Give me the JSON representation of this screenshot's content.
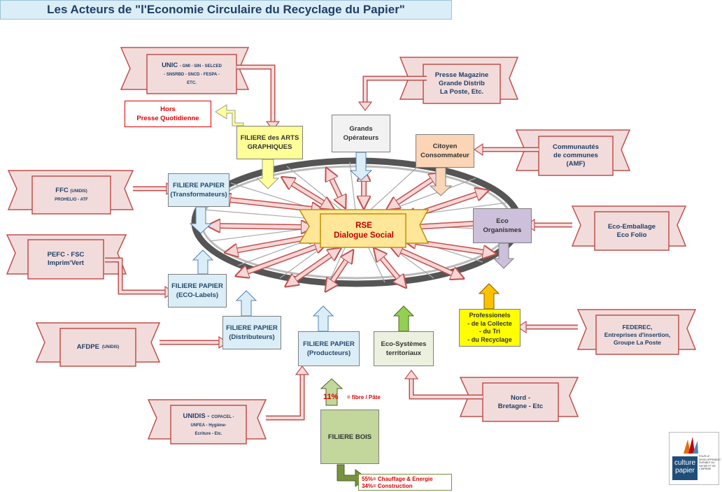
{
  "title": "Les Acteurs de \"l'Economie Circulaire du Recyclage du Papier\"",
  "center": {
    "line1": "RSE",
    "line2": "Dialogue Social"
  },
  "boxes": {
    "arts": [
      "FILIERE des ARTS",
      "GRAPHIQUES"
    ],
    "hors": [
      "Hors",
      "Presse Quotidienne"
    ],
    "grands": [
      "Grands",
      "Opérateurs"
    ],
    "citoyen": [
      "Citoyen",
      "Consommateur"
    ],
    "transfo": [
      "FILIERE PAPIER",
      "(Transformateurs)"
    ],
    "eco_org": [
      "Eco",
      "Organismes"
    ],
    "labels": [
      "FILIERE PAPIER",
      "(ECO-Labels)"
    ],
    "distrib": [
      "FILIERE PAPIER",
      "(Distributeurs)"
    ],
    "prod": [
      "FILIERE PAPIER",
      "(Producteurs)"
    ],
    "eco_sys": [
      "Eco-Systèmes",
      "territoriaux"
    ],
    "pro": [
      "Professionels",
      "- de la Collecte",
      "- du Tri",
      "- du Recyclage"
    ],
    "bois": "FILIERE BOIS"
  },
  "ribbons": {
    "unic": {
      "main": "UNIC",
      "sub1": "- GMI - SIN - SELCED",
      "sub2": "- SNSRBD - SNCD - FESPA -",
      "sub3": "ETC."
    },
    "presse": [
      "Presse Magazine",
      "Grande Distrib",
      "La Poste, Etc."
    ],
    "communautes": [
      "Communautés",
      "de communes",
      "(AMF)"
    ],
    "ffc": {
      "main": "FFC",
      "small": "(UNIDIS)",
      "sub": "PROHELIO - ATF"
    },
    "emballage": [
      "Eco-Emballage",
      "Eco Folio"
    ],
    "pefc": [
      "PEFC - FSC",
      "Imprim'Vert"
    ],
    "federec": [
      "FEDEREC,",
      "Entreprises d'insertion,",
      "Groupe La Poste"
    ],
    "afdpe": {
      "main": "AFDPE",
      "small": "(UNIDIS)"
    },
    "nord": [
      "Nord -",
      "Bretagne - Etc"
    ],
    "unidis": {
      "main": "UNIDIS -",
      "small": "COPACEL -",
      "sub1": "UNFEA - Hygiène-",
      "sub2": "Ecriture - Etc."
    }
  },
  "notes": {
    "fibre_pct": "11%",
    "fibre_txt": "=  fibre / Pâte",
    "energie": "55%=  Chauffage & Energie",
    "construction": "34%= Construction"
  },
  "logo": {
    "line1": "culture",
    "line2": "papier",
    "tagline": "POUR LE DEVELOPPEMENT DURABLE DU PAPIER ET DE L'IMPRIME"
  }
}
